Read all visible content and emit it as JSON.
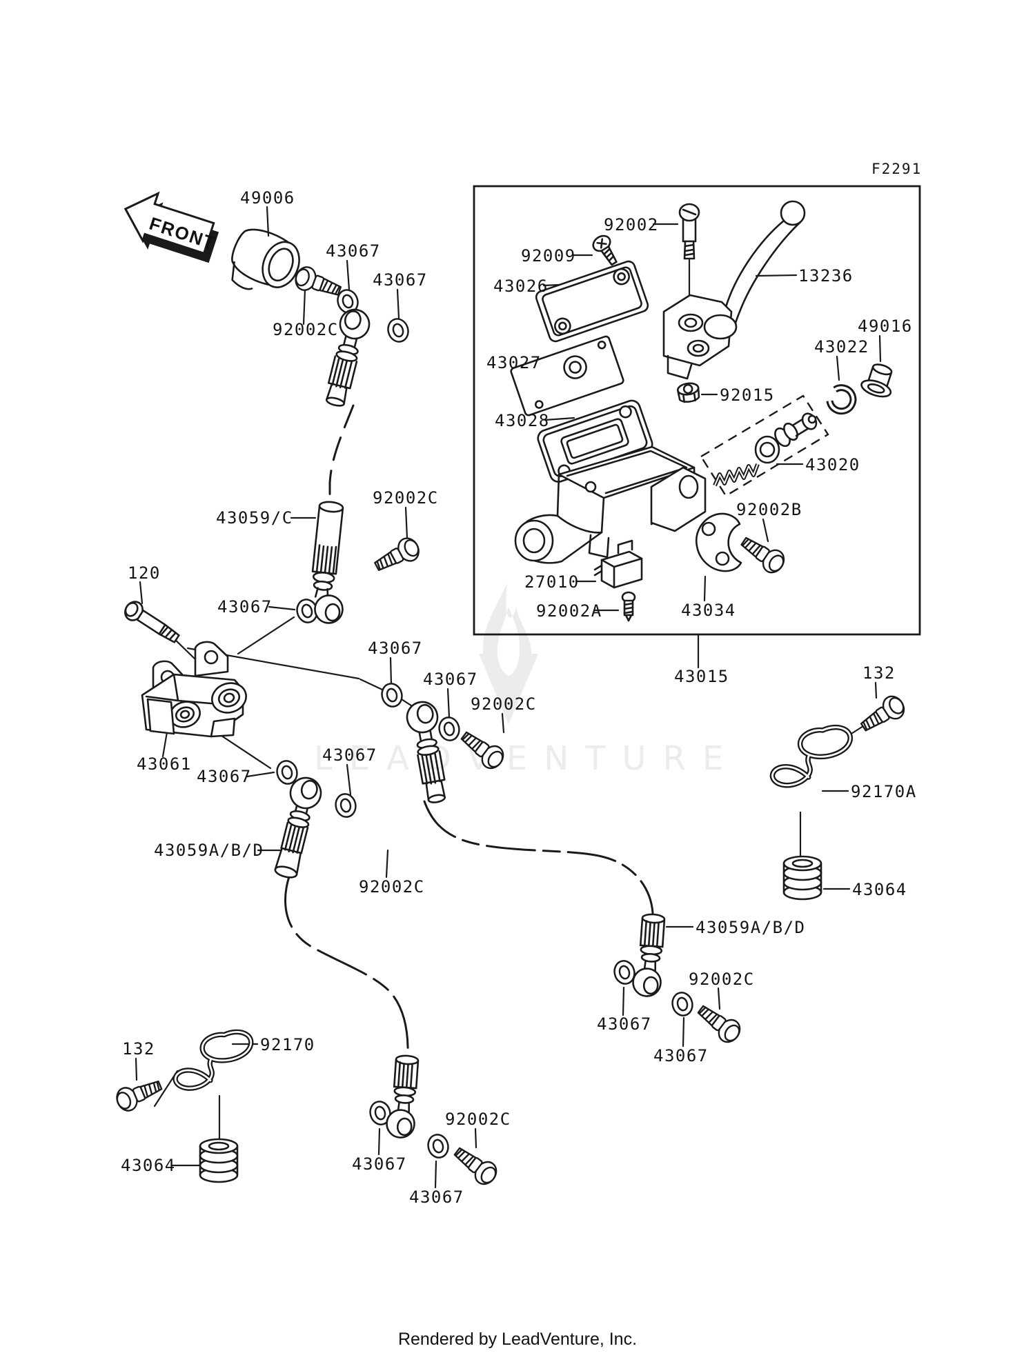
{
  "texts": {
    "figure_code": "F2291",
    "front": "FRONT",
    "watermark": "LEADVENTURE",
    "footer": "Rendered by LeadVenture, Inc."
  },
  "parts": {
    "n49006": "49006",
    "n43067": "43067",
    "n92002c": "92002C",
    "n43059c": "43059/C",
    "n120": "120",
    "n43061": "43061",
    "n43059abd": "43059A/B/D",
    "n43015": "43015",
    "n132": "132",
    "n92170": "92170",
    "n92170a": "92170A",
    "n43064": "43064",
    "n92002": "92002",
    "n92009": "92009",
    "n43026": "43026",
    "n43027": "43027",
    "n43028": "43028",
    "n13236": "13236",
    "n49016": "49016",
    "n43022": "43022",
    "n92015": "92015",
    "n43020": "43020",
    "n92002b": "92002B",
    "n27010": "27010",
    "n92002a": "92002A",
    "n43034": "43034"
  },
  "colors": {
    "ink": "#1a1a1a",
    "watermark": "#ececec",
    "background": "#ffffff"
  }
}
